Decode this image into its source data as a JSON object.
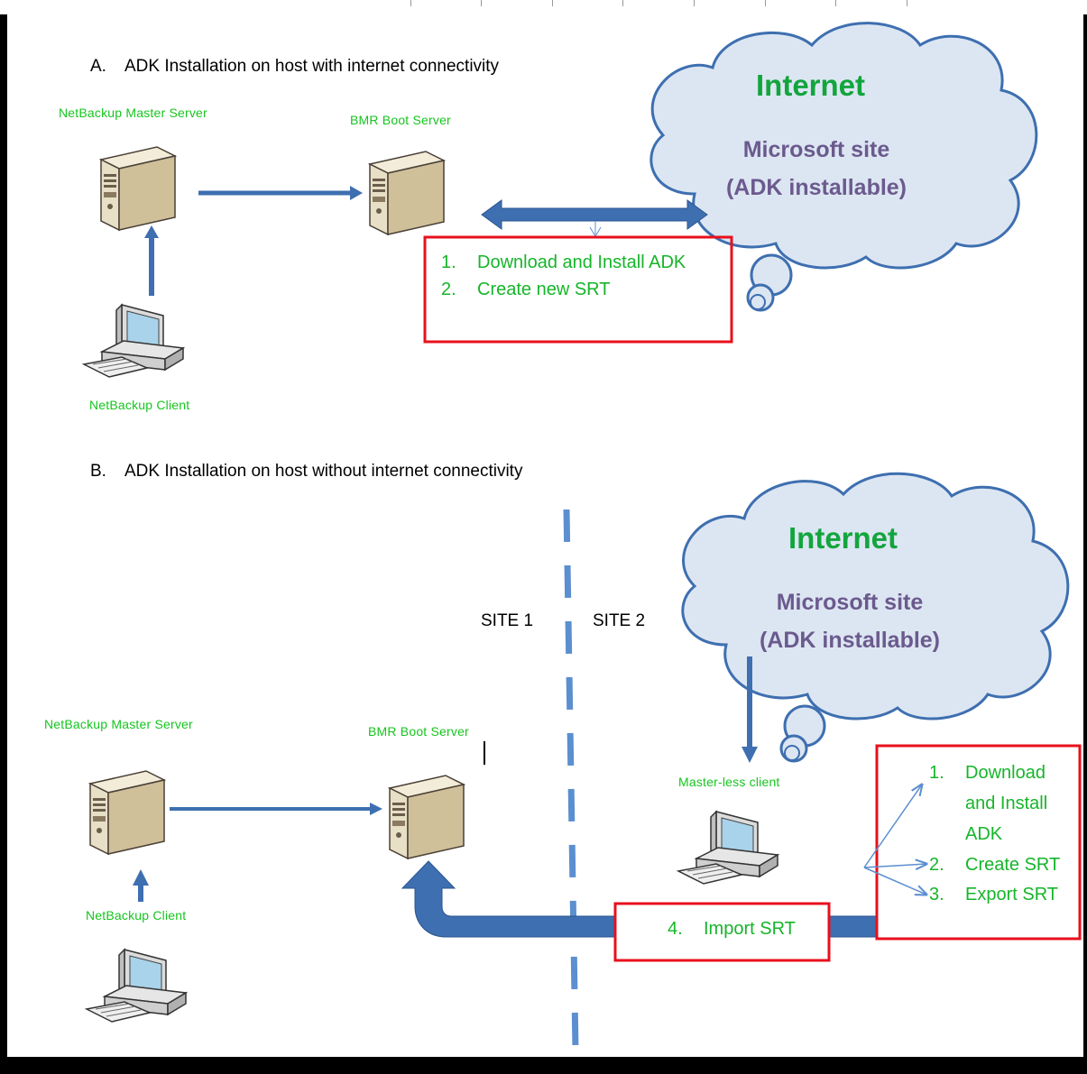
{
  "section_a": {
    "heading_num": "A.",
    "heading_text": "ADK Installation on host with internet connectivity",
    "master_label": "NetBackup Master Server",
    "boot_label": "BMR Boot Server",
    "client_label": "NetBackup Client",
    "cloud": {
      "title": "Internet",
      "line1": "Microsoft site",
      "line2": "(ADK installable)"
    },
    "steps": [
      {
        "num": "1.",
        "text": "Download and Install ADK"
      },
      {
        "num": "2.",
        "text": "Create new SRT"
      }
    ]
  },
  "section_b": {
    "heading_num": "B.",
    "heading_text": "ADK Installation on host without internet connectivity",
    "site1": "SITE 1",
    "site2": "SITE 2",
    "master_label": "NetBackup Master Server",
    "boot_label": "BMR Boot Server",
    "client_label": "NetBackup Client",
    "masterless_label": "Master-less client",
    "cloud": {
      "title": "Internet",
      "line1": "Microsoft site",
      "line2": "(ADK installable)"
    },
    "steps": [
      {
        "num": "1.",
        "text": "Download"
      },
      {
        "num": "",
        "text": "and Install"
      },
      {
        "num": "",
        "text": "ADK"
      },
      {
        "num": "2.",
        "text": "Create SRT"
      },
      {
        "num": "3.",
        "text": "Export SRT"
      }
    ],
    "import_step": {
      "num": "4.",
      "text": "Import  SRT"
    }
  },
  "colors": {
    "arrow_blue": "#3e6fb0",
    "cloud_fill": "#dce6f2",
    "cloud_stroke": "#3e6fb0",
    "box_red": "#e8101c",
    "label_green": "#16c51e",
    "dashed_line": "#5b8fd0"
  },
  "icons": [
    "server-tower-icon",
    "desktop-computer-icon",
    "cloud-icon"
  ]
}
